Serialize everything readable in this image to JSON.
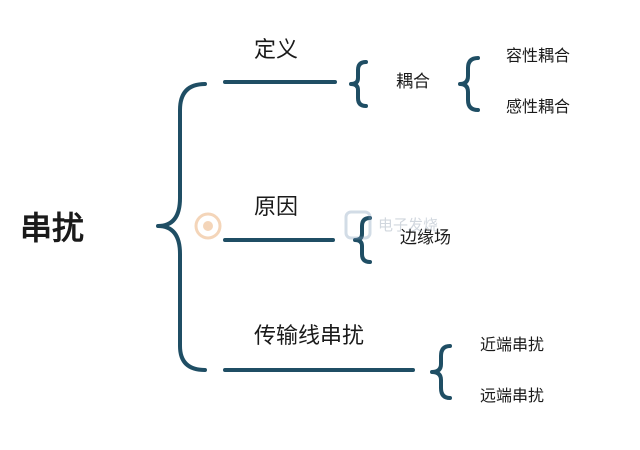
{
  "colors": {
    "bracket": "#1f4e64",
    "text": "#1a1a1a",
    "watermark": "#9aa8b8"
  },
  "root": {
    "label": "串扰"
  },
  "branches": [
    {
      "label": "定义",
      "child": "耦合",
      "leaves": [
        "容性耦合",
        "感性耦合"
      ]
    },
    {
      "label": "原因",
      "child": "边缘场",
      "leaves": []
    },
    {
      "label": "传输线串扰",
      "child": "",
      "leaves": [
        "近端串扰",
        "远端串扰"
      ]
    }
  ],
  "watermarks": {
    "left_icon": "logo-icon",
    "right_icon": "logo-icon",
    "right_text": "电子发烧"
  }
}
